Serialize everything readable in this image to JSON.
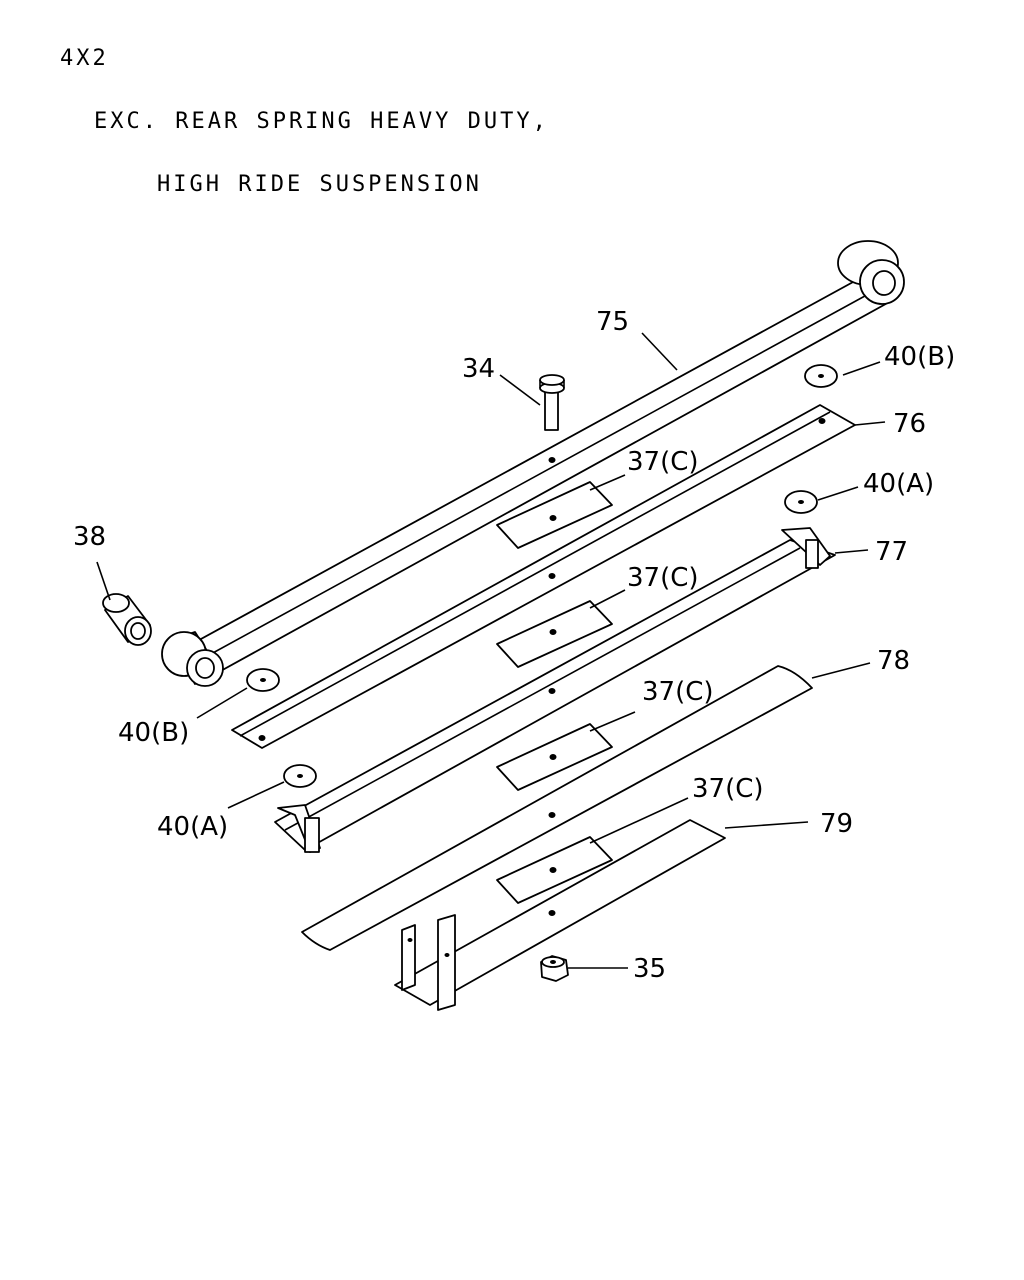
{
  "header": {
    "line1": "4X2",
    "line2": "EXC. REAR SPRING HEAVY DUTY,",
    "line3": "HIGH RIDE SUSPENSION"
  },
  "callouts": {
    "c75": "75",
    "c34": "34",
    "c40b_top": "40(B)",
    "c76": "76",
    "c37c_1": "37(C)",
    "c40a_top": "40(A)",
    "c77": "77",
    "c37c_2": "37(C)",
    "c38": "38",
    "c78": "78",
    "c37c_3": "37(C)",
    "c40b_left": "40(B)",
    "c37c_4": "37(C)",
    "c79": "79",
    "c40a_left": "40(A)",
    "c35": "35"
  }
}
